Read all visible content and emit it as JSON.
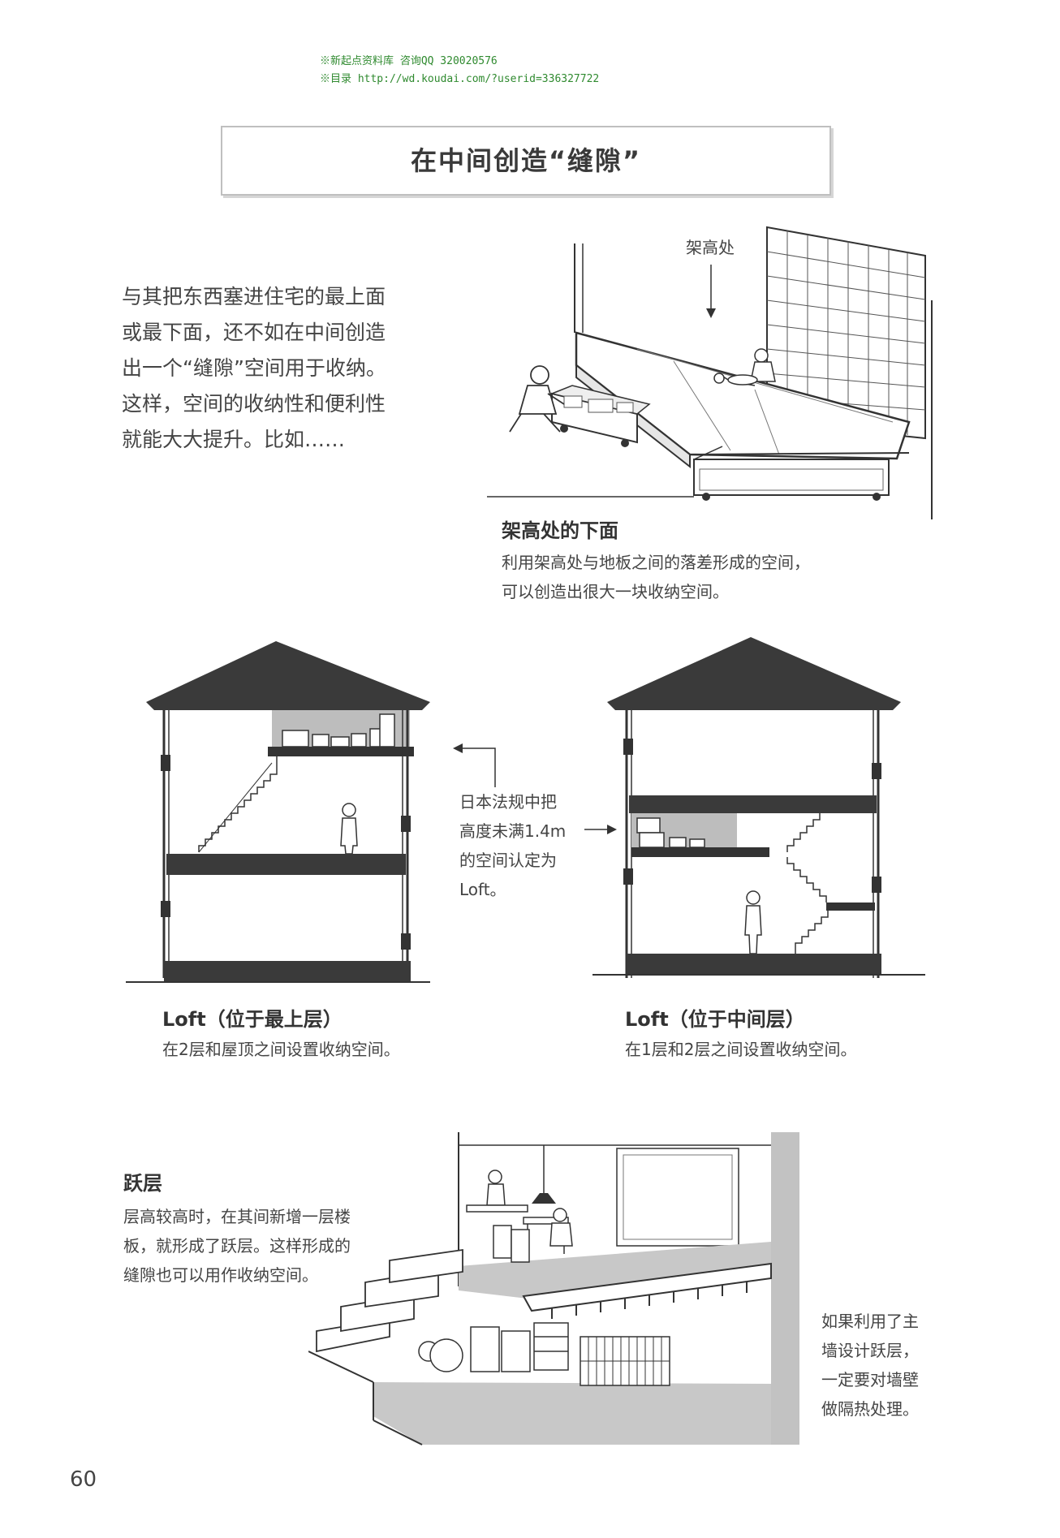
{
  "watermark": {
    "line1": "※新起点资料库 咨询QQ 320020576",
    "line2": "※目录 http://wd.koudai.com/?userid=336327722"
  },
  "title": "在中间创造“缝隙”",
  "intro": {
    "lines": [
      "与其把东西塞进住宅的最上面",
      "或最下面，还不如在中间创造",
      "出一个“缝隙”空间用于收纳。",
      "这样，空间的收纳性和便利性",
      "就能大大提升。比如……"
    ]
  },
  "raised_floor": {
    "label": "架高处",
    "caption_title": "架高处的下面",
    "caption_lines": [
      "利用架高处与地板之间的落差形成的空间，",
      "可以创造出很大一块收纳空间。"
    ]
  },
  "loft_note": {
    "lines": [
      "日本法规中把",
      "高度未满1.4m",
      "的空间认定为",
      "Loft。"
    ]
  },
  "loft_top": {
    "caption_title": "Loft（位于最上层）",
    "caption_text": "在2层和屋顶之间设置收纳空间。"
  },
  "loft_middle": {
    "caption_title": "Loft（位于中间层）",
    "caption_text": "在1层和2层之间设置收纳空间。"
  },
  "skip_floor": {
    "caption_title": "跃层",
    "caption_lines": [
      "层高较高时，在其间新增一层楼",
      "板，就形成了跃层。这样形成的",
      "缝隙也可以用作收纳空间。"
    ],
    "side_note_lines": [
      "如果利用了主",
      "墙设计跃层，",
      "一定要对墙壁",
      "做隔热处理。"
    ]
  },
  "page_number": "60"
}
